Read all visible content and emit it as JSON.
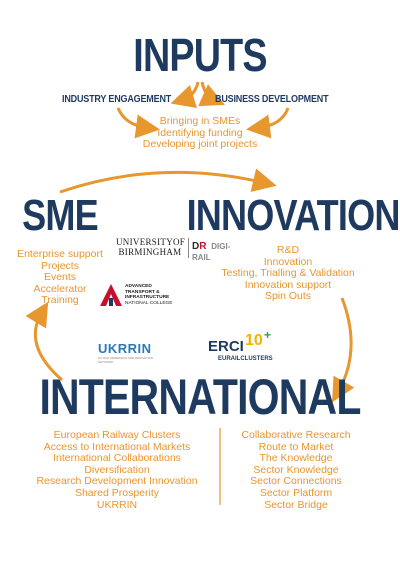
{
  "inputs": {
    "title": "INPUTS",
    "industry": "INDUSTRY ENGAGEMENT",
    "business": "BUSINESS DEVELOPMENT",
    "items": [
      "Bringing in SMEs",
      "Identifying funding",
      "Developing joint projects"
    ]
  },
  "sme": {
    "title": "SME",
    "items": [
      "Enterprise support",
      "Projects",
      "Events",
      "Accelerator",
      "Training"
    ]
  },
  "innovation": {
    "title": "INNOVATION",
    "items": [
      "R&D",
      "Innovation",
      "Testing, Trialling & Validation",
      "Innovation support",
      "Spin Outs"
    ]
  },
  "international": {
    "title": "INTERNATIONAL",
    "left_items": [
      "European Railway Clusters",
      "Access to International Markets",
      "International Collaborations",
      "Diversification",
      "Research Development Innovation",
      "Shared Prosperity",
      "UKRRIN"
    ],
    "right_items": [
      "Collaborative Research",
      "Route to Market",
      "The Knowledge",
      "Sector Knowledge",
      "Sector Connections",
      "Sector Platform",
      "Sector Bridge"
    ]
  },
  "logos": {
    "uob_line1": "UNIVERSITYOF",
    "uob_line2": "BIRMINGHAM",
    "digirail_d": "D",
    "digirail_r": "R",
    "digirail_text": "DIGI-RAIL",
    "nc_line1": "ADVANCED",
    "nc_line2": "TRANSPORT &",
    "nc_line3": "INFRASTRUCTURE",
    "nc_line4": "NATIONAL COLLEGE",
    "ukrrin": "UKRRIN",
    "ukrrin_sub": "UK RAIL RESEARCH AND INNOVATION NETWORK",
    "erci": "ERCI",
    "erci_num": "10",
    "erci_plus": "+",
    "erci_sub": "EURAILCLUSTERS"
  },
  "colors": {
    "navy": "#1f3a5f",
    "orange": "#e8962e",
    "red": "#c8102e"
  }
}
